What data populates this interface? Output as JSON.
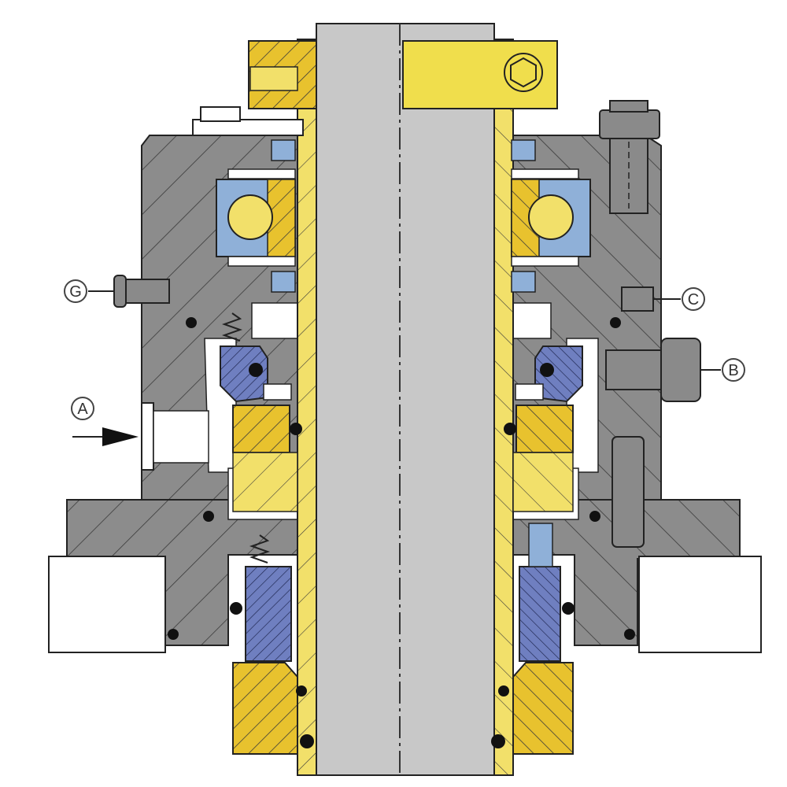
{
  "callouts": {
    "A": "A",
    "B": "B",
    "C": "C",
    "G": "G"
  },
  "palette": {
    "housing": "#8c8c8c",
    "gland": "#8a8a8a",
    "sleeve": "#f2e06a",
    "collar": "#f0de4c",
    "shaft": "#c8c8c8",
    "blue_part": "#7f8fc7",
    "bearing_ring": "#8fb0d8",
    "seal_ring": "#e8c22e",
    "hatch": "#3a3a3a",
    "outline": "#222222",
    "oring": "#111111"
  }
}
